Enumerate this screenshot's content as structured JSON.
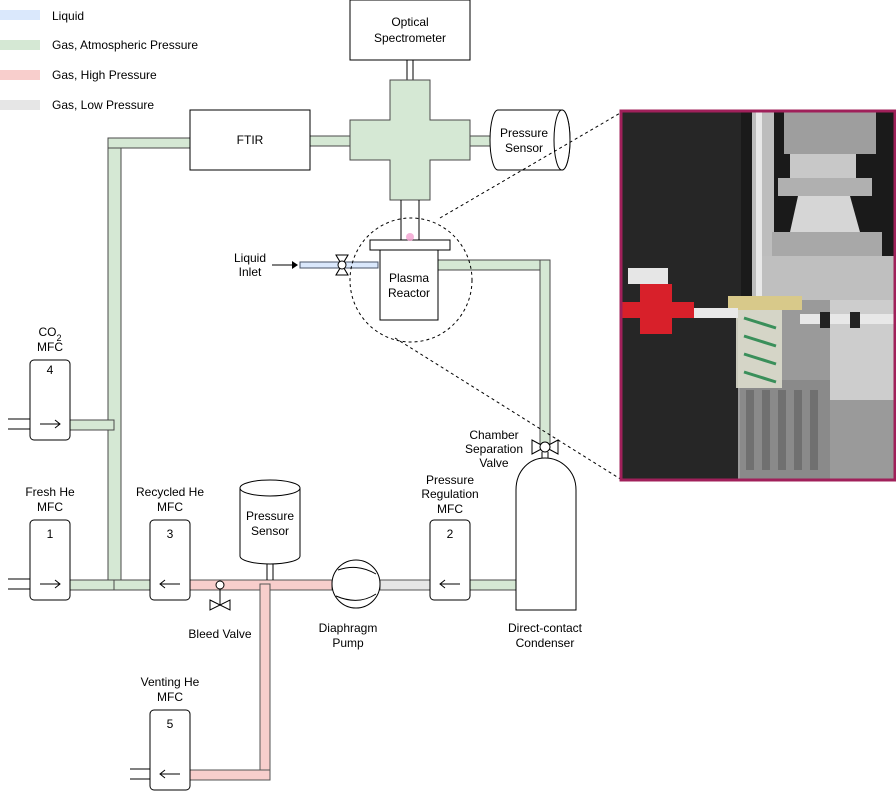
{
  "legend": [
    {
      "label": "Liquid",
      "color": "#dae8fc"
    },
    {
      "label": "Gas, Atmospheric Pressure",
      "color": "#d5e8d4"
    },
    {
      "label": "Gas, High Pressure",
      "color": "#f8cecc"
    },
    {
      "label": "Gas, Low Pressure",
      "color": "#e6e6e6"
    }
  ],
  "components": {
    "optical_spectrometer": [
      "Optical",
      "Spectrometer"
    ],
    "ftir": "FTIR",
    "pressure_sensor_top": [
      "Pressure",
      "Sensor"
    ],
    "pressure_sensor_bottom": [
      "Pressure",
      "Sensor"
    ],
    "plasma_reactor": [
      "Plasma",
      "Reactor"
    ],
    "liquid_inlet": [
      "Liquid",
      "Inlet"
    ],
    "co2_mfc": {
      "label_main": "CO",
      "label_sub": "2",
      "label_line2": "MFC",
      "number": "4"
    },
    "fresh_he_mfc": {
      "label": [
        "Fresh He",
        "MFC"
      ],
      "number": "1"
    },
    "recycled_he_mfc": {
      "label": [
        "Recycled He",
        "MFC"
      ],
      "number": "3"
    },
    "pressure_regulation_mfc": {
      "label": [
        "Pressure",
        "Regulation",
        "MFC"
      ],
      "number": "2"
    },
    "venting_he_mfc": {
      "label": [
        "Venting He",
        "MFC"
      ],
      "number": "5"
    },
    "chamber_separation_valve": [
      "Chamber",
      "Separation",
      "Valve"
    ],
    "bleed_valve": "Bleed Valve",
    "diaphragm_pump": [
      "Diaphragm",
      "Pump"
    ],
    "condenser": [
      "Direct-contact",
      "Condenser"
    ]
  },
  "colors": {
    "photo_frame": "#a0205a",
    "photo_background": "#1a1a1a"
  }
}
